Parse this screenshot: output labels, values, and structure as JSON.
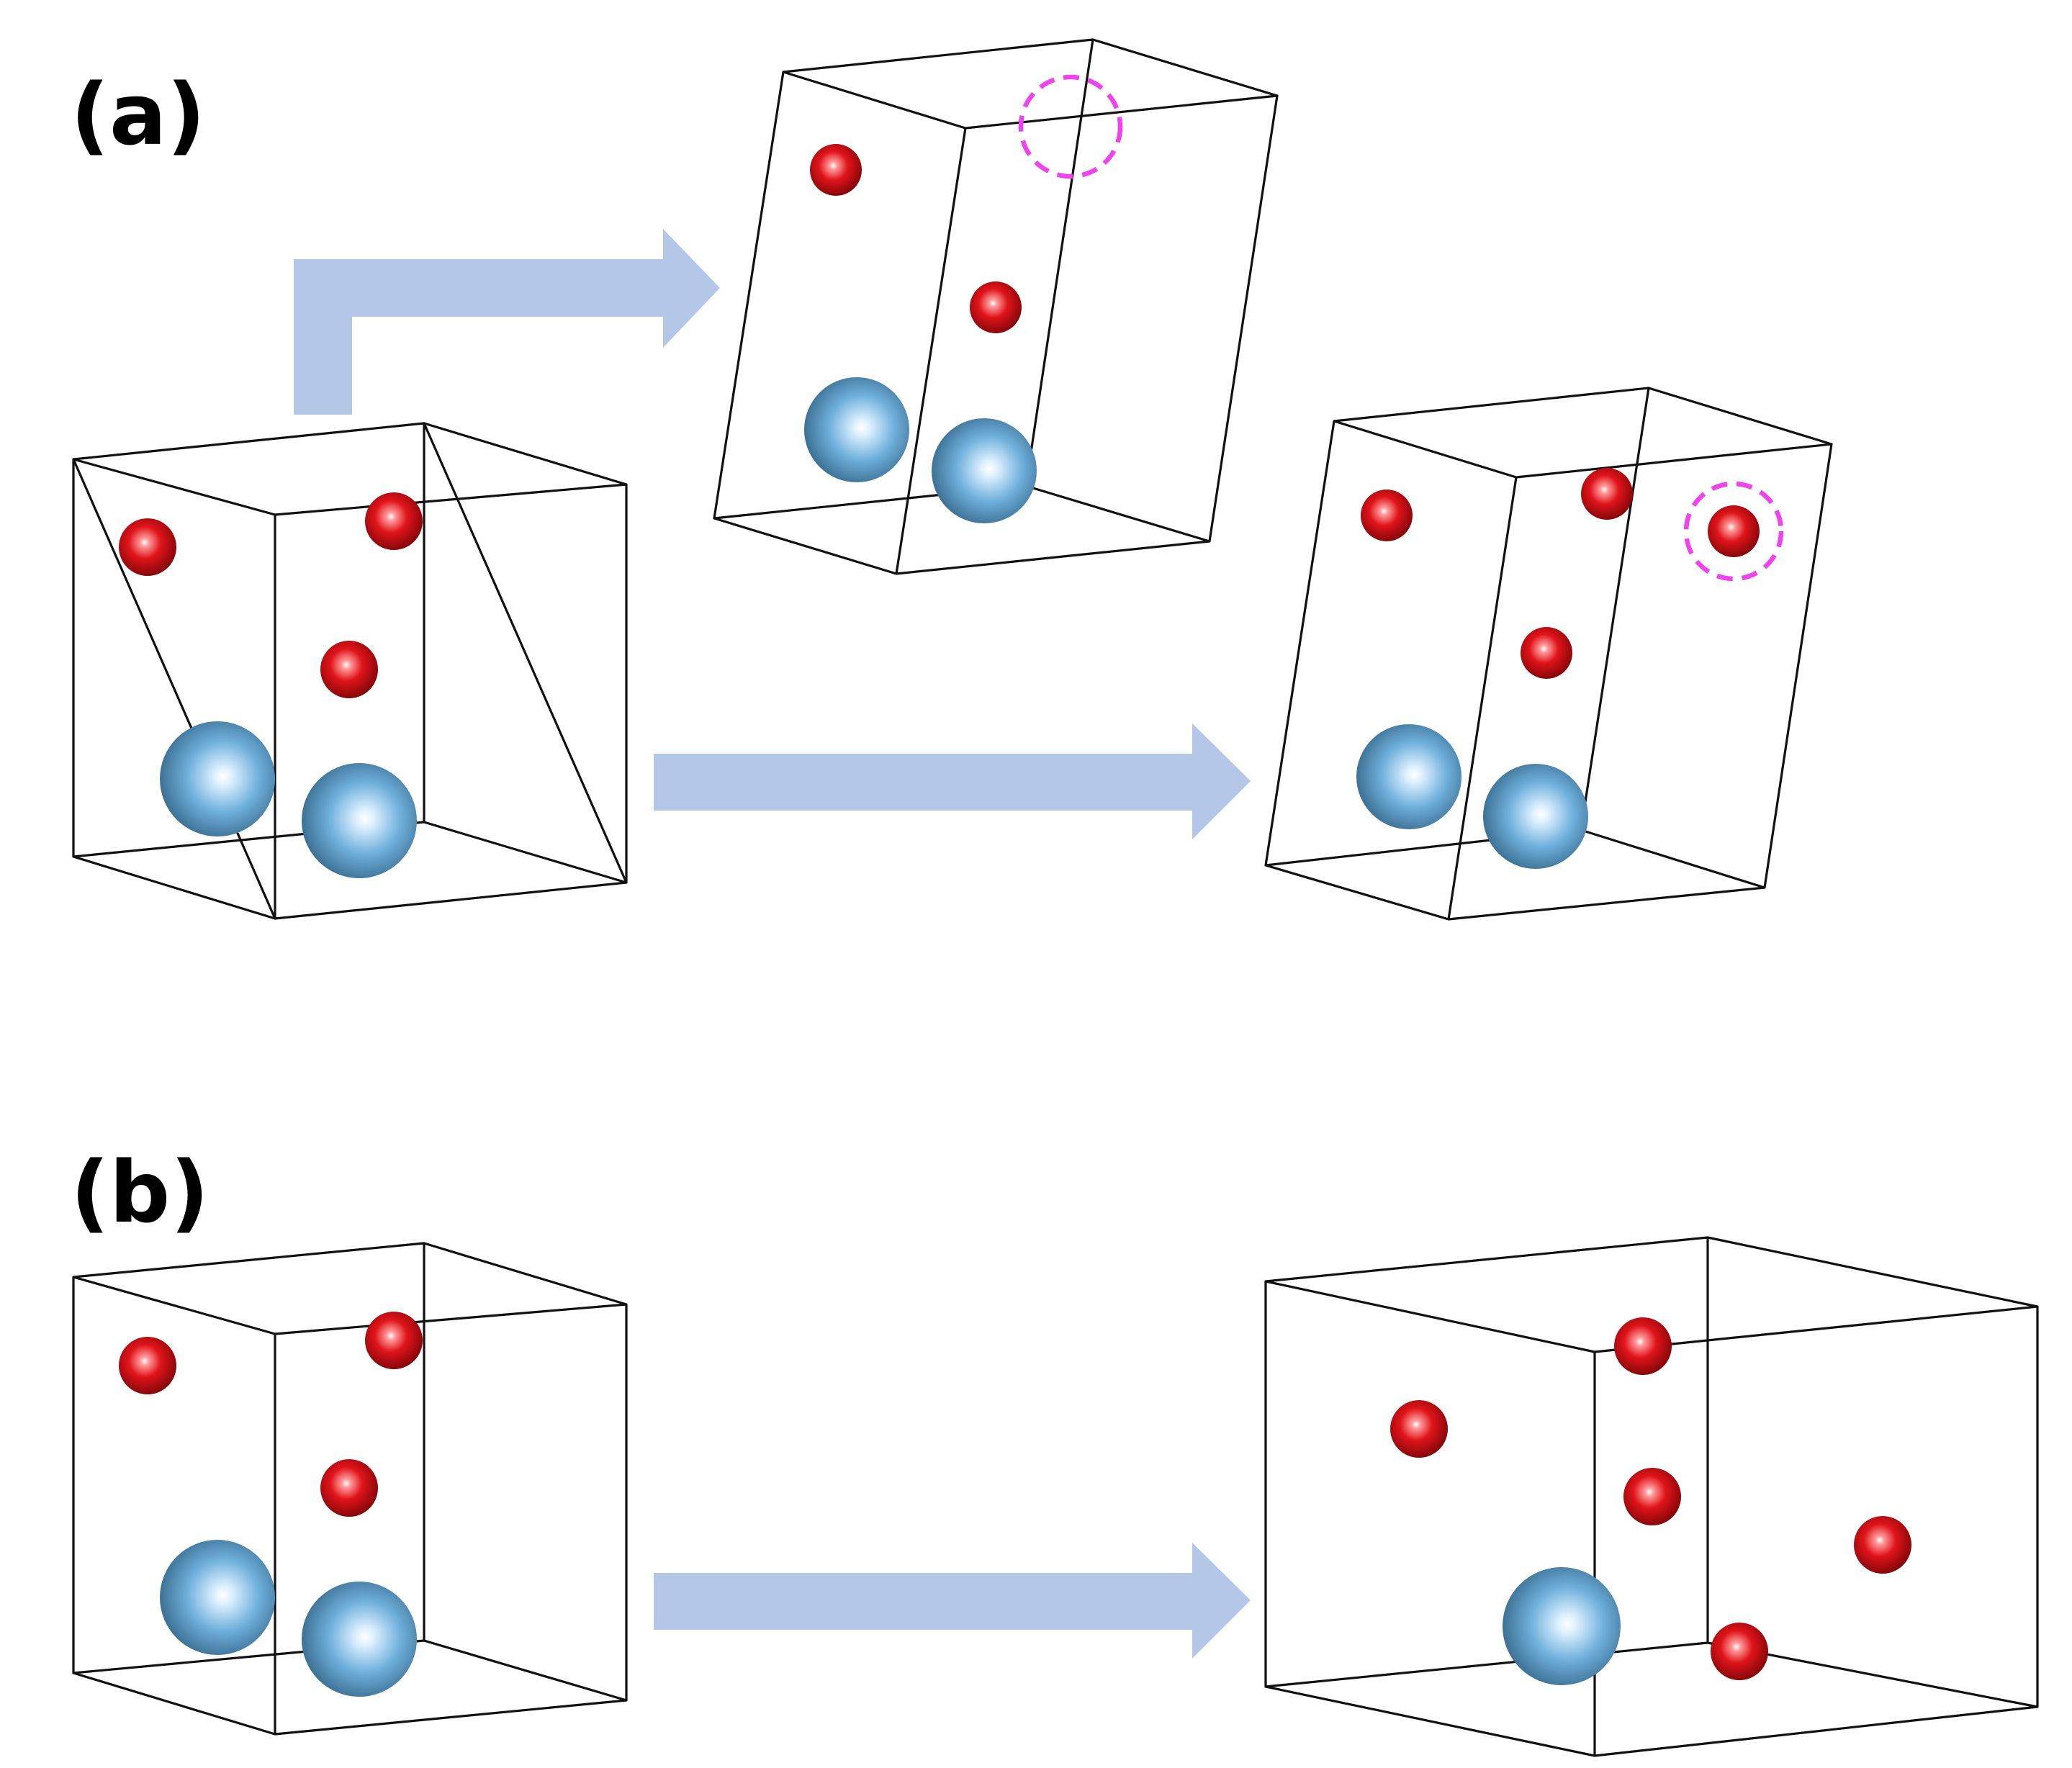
{
  "panels": [
    {
      "id": "a",
      "label": "(a)"
    },
    {
      "id": "b",
      "label": "(b)"
    }
  ],
  "colors": {
    "arrow": "#b4c7e6",
    "oxygen_atom": "#e0141a",
    "metal_atom": "#6fb0dc",
    "vacancy_marker": "#ee44ee",
    "cell_edge": "#111111"
  },
  "legend": []
}
